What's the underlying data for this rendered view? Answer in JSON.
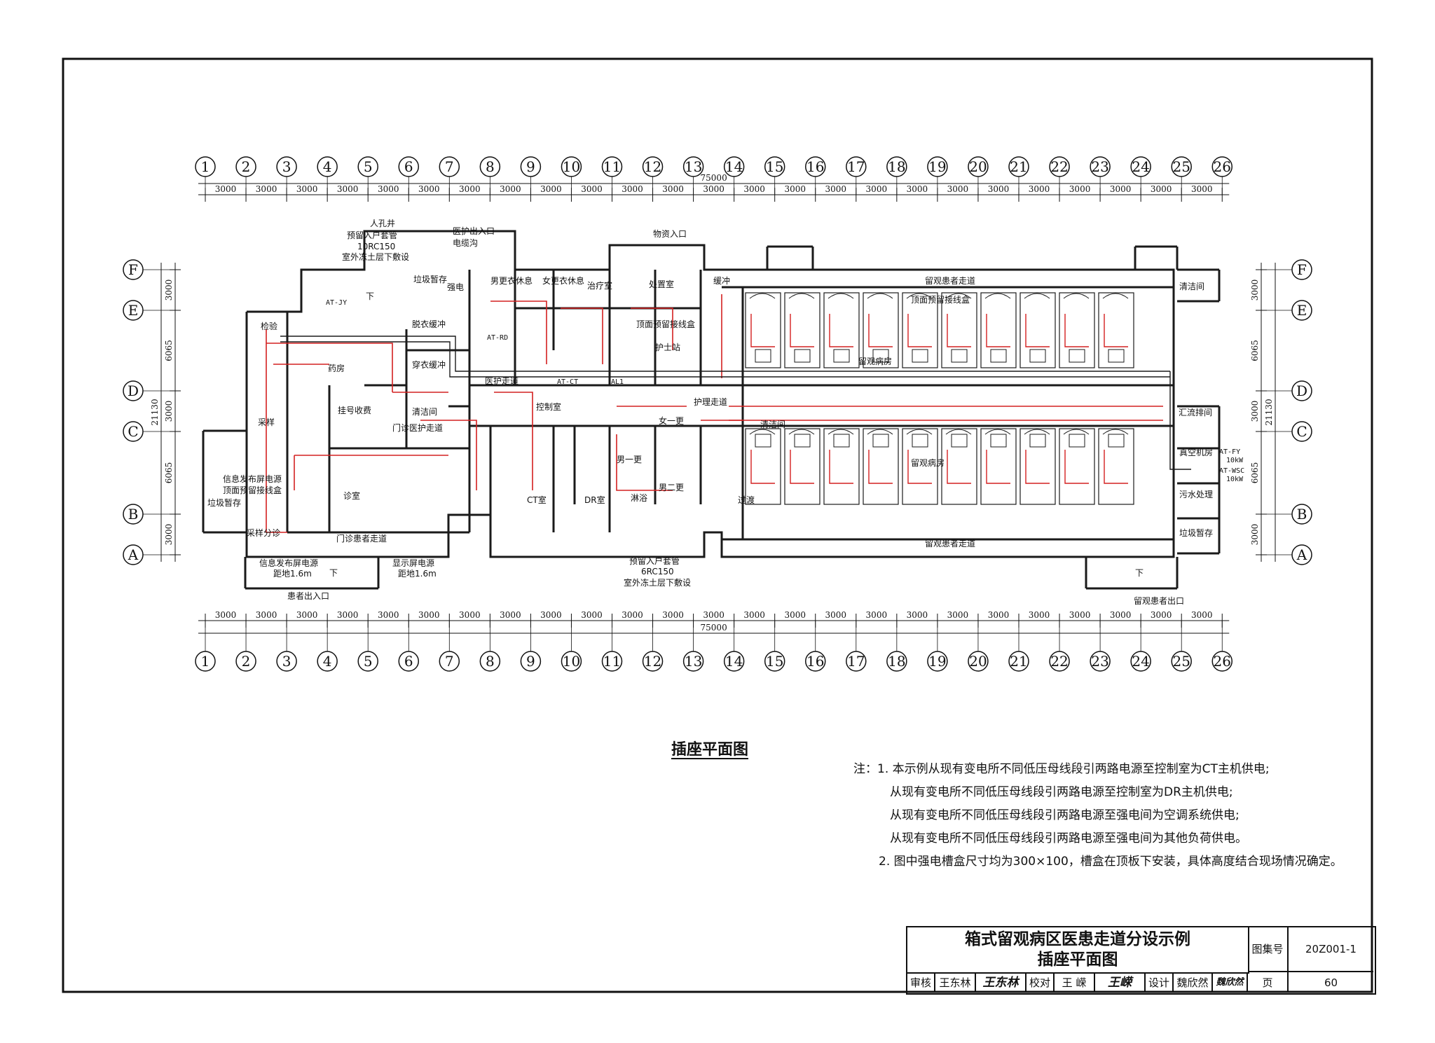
{
  "sheet": {
    "title": "插座平面图",
    "block_title_line1": "箱式留观病区医患走道分设示例",
    "block_title_line2": "插座平面图",
    "atlas_label": "图集号",
    "atlas_no": "20Z001-1",
    "page_label": "页",
    "page_no": "60",
    "review_label": "审核",
    "review_name": "王东林",
    "check_label": "校对",
    "check_name": "王 嵘",
    "design_label": "设计",
    "design_name": "魏欣然",
    "sig_review": "王东林",
    "sig_check": "王嵘",
    "sig_design": "魏欣然"
  },
  "axes": {
    "numeric": [
      "1",
      "2",
      "3",
      "4",
      "5",
      "6",
      "7",
      "8",
      "9",
      "10",
      "11",
      "12",
      "13",
      "14",
      "15",
      "16",
      "17",
      "18",
      "19",
      "20",
      "21",
      "22",
      "23",
      "24",
      "25",
      "26"
    ],
    "letters_top_down": [
      "F",
      "E",
      "D",
      "C",
      "B",
      "A"
    ],
    "spacing_label": "3000",
    "total_x": "75000",
    "vertical_dims": [
      "3000",
      "6065",
      "3000",
      "6065",
      "3000"
    ],
    "total_y": "21130"
  },
  "rooms": {
    "hole": "人孔井",
    "doc_entrance": "医护出入口",
    "cable_well": "电缆沟",
    "pipe_note1": "预留入户套管",
    "pipe_note2": "10RC150",
    "pipe_note3": "室外冻土层下敷设",
    "supply_entrance": "物资入口",
    "garbage": "垃圾暂存",
    "elec": "强电",
    "male_change": "男更衣休息",
    "female_change": "女更衣休息",
    "treatment": "治疗室",
    "disposal": "处置室",
    "buffer": "缓冲",
    "obs_corridor_top": "留观患者走道",
    "ceiling_box_top": "顶面预留接线盒",
    "cleaning": "清洁间",
    "triage": "检验",
    "dress_buffer": "脱衣缓冲",
    "pharmacy": "药房",
    "wear_buffer": "穿衣缓冲",
    "registration": "挂号收费",
    "cleaning2": "清洁间",
    "clinic_corridor": "门诊医护走道",
    "doc_corridor": "医护走道",
    "control_room": "控制室",
    "ceiling_box": "顶面预留接线盒",
    "nurse_station": "护士站",
    "obs_ward": "留观病房",
    "nurse_corridor": "护理走道",
    "ct_room": "CT室",
    "dr_room": "DR室",
    "male_change1": "男一更",
    "female_change1": "女一更",
    "male_change2": "男二更",
    "shower": "淋浴",
    "transition": "过渡",
    "obs_ward2": "留观病房",
    "exhaust": "汇流排间",
    "vacuum": "真空机房",
    "sewage": "污水处理",
    "garbage2": "垃圾暂存",
    "obs_corridor_bottom": "留观患者走道",
    "consult": "诊室",
    "clinic_patient_corridor": "门诊患者走道",
    "info_power": "信息发布屏电源",
    "info_power_h": "距地1.6m",
    "display_power": "显示屏电源",
    "display_power_h": "距地1.6m",
    "patient_entrance": "患者出入口",
    "obs_exit": "留观患者出口",
    "pipe_bottom1": "预留入户套管",
    "pipe_bottom2": "6RC150",
    "pipe_bottom3": "室外冻土层下敷设",
    "down": "下",
    "swab": "采样",
    "left_garbage": "垃圾暂存",
    "left_info": "信息发布屏电源",
    "left_ceiling": "顶面预留接线盒",
    "cleaning3": "清洁间",
    "sampling": "采样分诊"
  },
  "panels": {
    "at_jy": "AT-JY",
    "at_rd": "AT-RD",
    "at_ct": "AT-CT",
    "al1": "AL1",
    "at_fy": "AT-FY",
    "at_fy_kw": "10kW",
    "at_wsc": "AT-WSC",
    "at_wsc_kw": "10kW"
  },
  "notes": {
    "prefix": "注：",
    "n1a": "1. 本示例从现有变电所不同低压母线段引两路电源至控制室为CT主机供电;",
    "n1b": "从现有变电所不同低压母线段引两路电源至控制室为DR主机供电;",
    "n1c": "从现有变电所不同低压母线段引两路电源至强电间为空调系统供电;",
    "n1d": "从现有变电所不同低压母线段引两路电源至强电间为其他负荷供电。",
    "n2": "2. 图中强电槽盒尺寸均为300×100，槽盒在顶板下安装，具体高度结合现场情况确定。"
  },
  "colors": {
    "line": "#1a1a1a",
    "wire_red": "#d42020",
    "paper": "#ffffff"
  }
}
